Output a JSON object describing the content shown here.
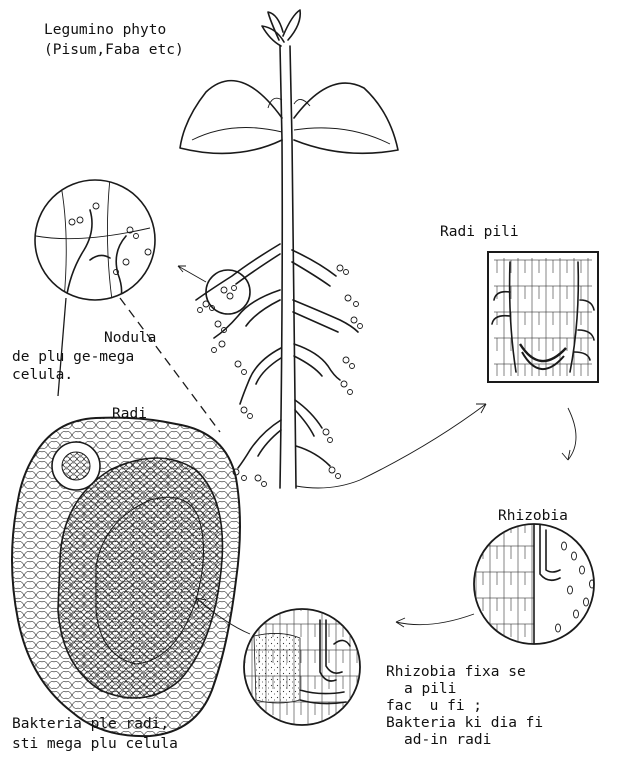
{
  "labels": {
    "plant_title": "Legumino phyto",
    "plant_examples": "(Pisum,Faba etc)",
    "root_hair": "Radi pili",
    "rhizobia": "Rhizobia",
    "rhizobia_attach_1": "Rhizobia fixa se",
    "rhizobia_attach_2": "a pili",
    "rhizobia_attach_3": "fac  u fi ;",
    "rhizobia_attach_4": "Bakteria ki dia fi",
    "rhizobia_attach_5": "ad-in radi",
    "bacteria_root_1": "Bakteria ple radi,",
    "bacteria_root_2": "sti mega plu celula",
    "nodule_1": "Nodula",
    "nodule_2": "de plu ge-mega",
    "nodule_3": "celula.",
    "root_section": "Radi"
  }
}
